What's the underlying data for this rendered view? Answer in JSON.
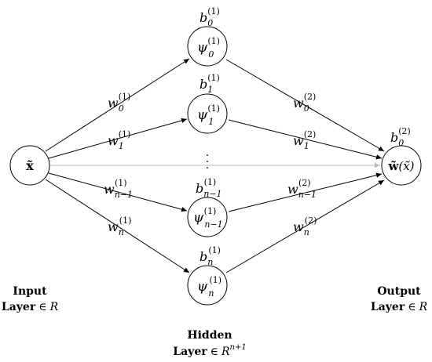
{
  "nodes": {
    "input": {
      "symbol": "x̃"
    },
    "h0": {
      "symbol": "ψ",
      "sub": "0",
      "sup": "(1)"
    },
    "h1": {
      "symbol": "ψ",
      "sub": "1",
      "sup": "(1)"
    },
    "hn1": {
      "symbol": "ψ",
      "sub": "n−1",
      "sup": "(1)"
    },
    "hn": {
      "symbol": "ψ",
      "sub": "n",
      "sup": "(1)"
    },
    "output": {
      "symbol_bold": "w̃",
      "arg": "(x̃)"
    }
  },
  "biases": {
    "b0": {
      "symbol": "b",
      "sub": "0",
      "sup": "(1)"
    },
    "b1": {
      "symbol": "b",
      "sub": "1",
      "sup": "(1)"
    },
    "bn1": {
      "symbol": "b",
      "sub": "n−1",
      "sup": "(1)"
    },
    "bn": {
      "symbol": "b",
      "sub": "n",
      "sup": "(1)"
    },
    "bout": {
      "symbol": "b",
      "sub": "0",
      "sup": "(2)"
    }
  },
  "weights_in": {
    "w0": {
      "symbol": "w",
      "sub": "0",
      "sup": "(1)"
    },
    "w1": {
      "symbol": "w",
      "sub": "1",
      "sup": "(1)"
    },
    "wn1": {
      "symbol": "w",
      "sub": "n−1",
      "sup": "(1)"
    },
    "wn": {
      "symbol": "w",
      "sub": "n",
      "sup": "(1)"
    }
  },
  "weights_out": {
    "w0": {
      "symbol": "w",
      "sub": "0",
      "sup": "(2)"
    },
    "w1": {
      "symbol": "w",
      "sub": "1",
      "sup": "(2)"
    },
    "wn1": {
      "symbol": "w",
      "sub": "n−1",
      "sup": "(2)"
    },
    "wn": {
      "symbol": "w",
      "sub": "n",
      "sup": "(2)"
    }
  },
  "ellipsis": "·\n·\n·",
  "layers": {
    "input": {
      "title": "Input",
      "layer_word": "Layer",
      "member": "∈",
      "set": "R",
      "exp": ""
    },
    "hidden": {
      "title": "Hidden",
      "layer_word": "Layer",
      "member": "∈",
      "set": "R",
      "exp": "n+1"
    },
    "output": {
      "title": "Output",
      "layer_word": "Layer",
      "member": "∈",
      "set": "R",
      "exp": ""
    }
  },
  "colors": {
    "edge": "#000000",
    "skip_edge": "#bbbbbb"
  }
}
